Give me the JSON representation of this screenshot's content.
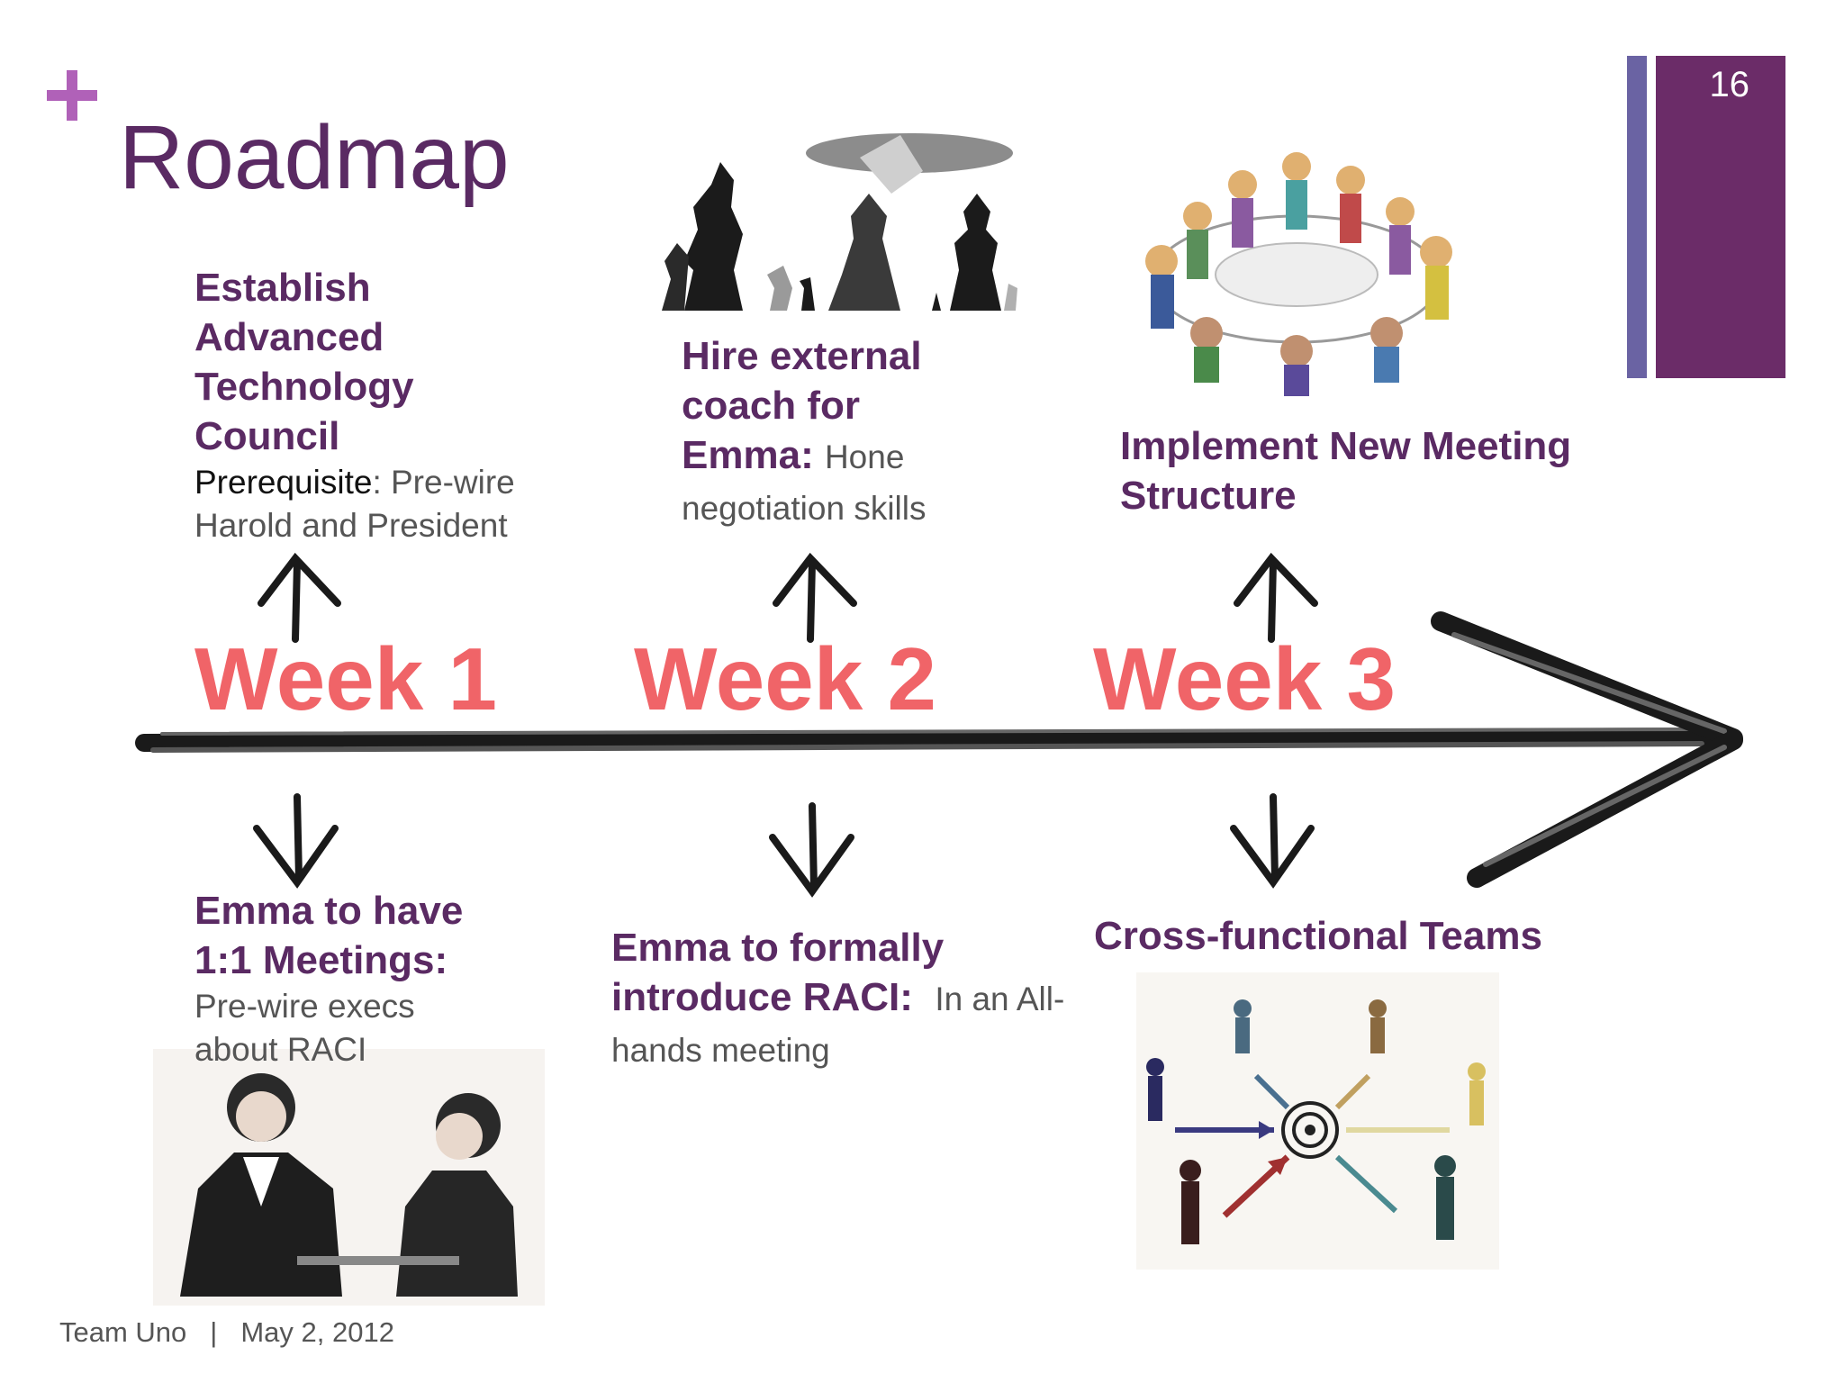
{
  "slide": {
    "title": "Roadmap",
    "page_number": "16",
    "weeks": [
      "Week 1",
      "Week 2",
      "Week 3"
    ],
    "above": {
      "week1": {
        "heading": "Establish Advanced Technology Council",
        "prereq_label": "Prerequisite",
        "prereq_text": ": Pre-wire Harold and President"
      },
      "week2": {
        "heading": "Hire external coach for Emma:",
        "body": "Hone negotiation skills"
      },
      "week3": {
        "heading": "Implement New Meeting Structure"
      }
    },
    "below": {
      "week1": {
        "heading": "Emma to have 1:1 Meetings:",
        "body": "Pre-wire execs about RACI"
      },
      "week2": {
        "heading": "Emma to formally introduce RACI:",
        "body": "In an All-hands meeting"
      },
      "week3": {
        "heading": "Cross-functional Teams"
      }
    },
    "footer": {
      "team": "Team Uno",
      "separator": "|",
      "date": "May 2, 2012"
    }
  }
}
